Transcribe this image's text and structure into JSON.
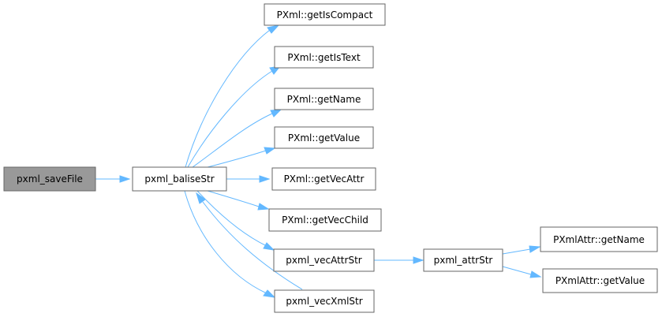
{
  "graph": {
    "nodes": {
      "pxml_saveFile": {
        "label": "pxml_saveFile"
      },
      "pxml_baliseStr": {
        "label": "pxml_baliseStr"
      },
      "getIsCompact": {
        "label": "PXml::getIsCompact"
      },
      "getIsText": {
        "label": "PXml::getIsText"
      },
      "getName": {
        "label": "PXml::getName"
      },
      "getValue": {
        "label": "PXml::getValue"
      },
      "getVecAttr": {
        "label": "PXml::getVecAttr"
      },
      "getVecChild": {
        "label": "PXml::getVecChild"
      },
      "pxml_vecAttrStr": {
        "label": "pxml_vecAttrStr"
      },
      "pxml_vecXmlStr": {
        "label": "pxml_vecXmlStr"
      },
      "pxml_attrStr": {
        "label": "pxml_attrStr"
      },
      "attrGetName": {
        "label": "PXmlAttr::getName"
      },
      "attrGetValue": {
        "label": "PXmlAttr::getValue"
      }
    },
    "edges": [
      {
        "from": "pxml_saveFile",
        "to": "pxml_baliseStr"
      },
      {
        "from": "pxml_baliseStr",
        "to": "getIsCompact"
      },
      {
        "from": "pxml_baliseStr",
        "to": "getIsText"
      },
      {
        "from": "pxml_baliseStr",
        "to": "getName"
      },
      {
        "from": "pxml_baliseStr",
        "to": "getValue"
      },
      {
        "from": "pxml_baliseStr",
        "to": "getVecAttr"
      },
      {
        "from": "pxml_baliseStr",
        "to": "getVecChild"
      },
      {
        "from": "pxml_baliseStr",
        "to": "pxml_vecAttrStr"
      },
      {
        "from": "pxml_baliseStr",
        "to": "pxml_vecXmlStr"
      },
      {
        "from": "pxml_vecXmlStr",
        "to": "pxml_baliseStr"
      },
      {
        "from": "pxml_vecAttrStr",
        "to": "pxml_attrStr"
      },
      {
        "from": "pxml_attrStr",
        "to": "attrGetName"
      },
      {
        "from": "pxml_attrStr",
        "to": "attrGetValue"
      }
    ]
  }
}
